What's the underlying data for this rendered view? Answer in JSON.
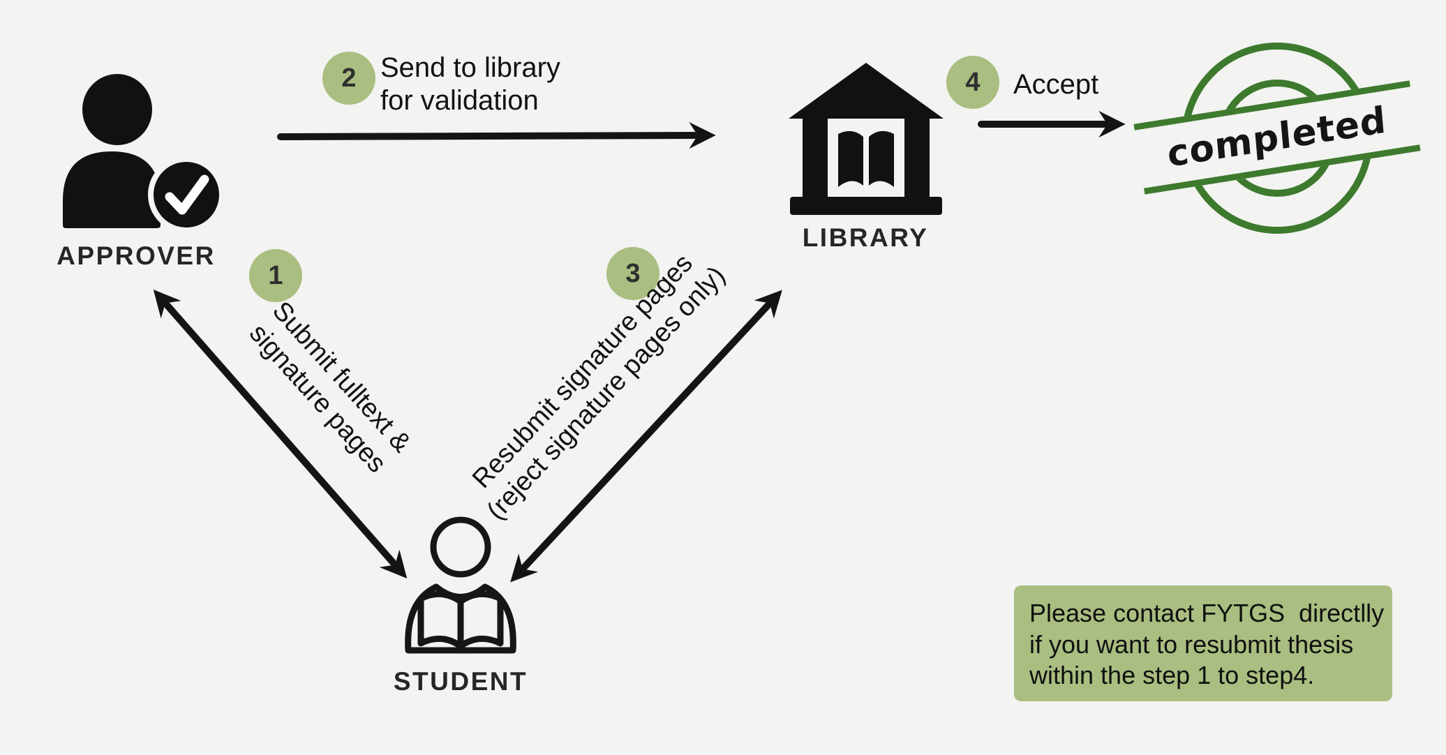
{
  "colors": {
    "bg": "#f3f3f1",
    "accent": "#a9be80",
    "stamp": "#3d7a2e",
    "ink": "#161616"
  },
  "nodes": {
    "approver": {
      "label": "APPROVER",
      "icon": "person-check-icon"
    },
    "library": {
      "label": "LIBRARY",
      "icon": "library-building-icon"
    },
    "student": {
      "label": "STUDENT",
      "icon": "student-reading-icon"
    }
  },
  "steps": [
    {
      "number": "1",
      "label_lines": [
        "Submit fulltext &",
        "signature pages"
      ]
    },
    {
      "number": "2",
      "label_lines": [
        "Send to library",
        "for validation"
      ]
    },
    {
      "number": "3",
      "label_lines": [
        "Resubmit signature pages",
        "(reject signature pages only)"
      ]
    },
    {
      "number": "4",
      "label_lines": [
        "Accept"
      ]
    }
  ],
  "stamp": {
    "text": "completed"
  },
  "note": {
    "lines": [
      "Please contact FYTGS  directlly",
      "if you want to resubmit thesis",
      "within the step 1 to step4."
    ]
  }
}
